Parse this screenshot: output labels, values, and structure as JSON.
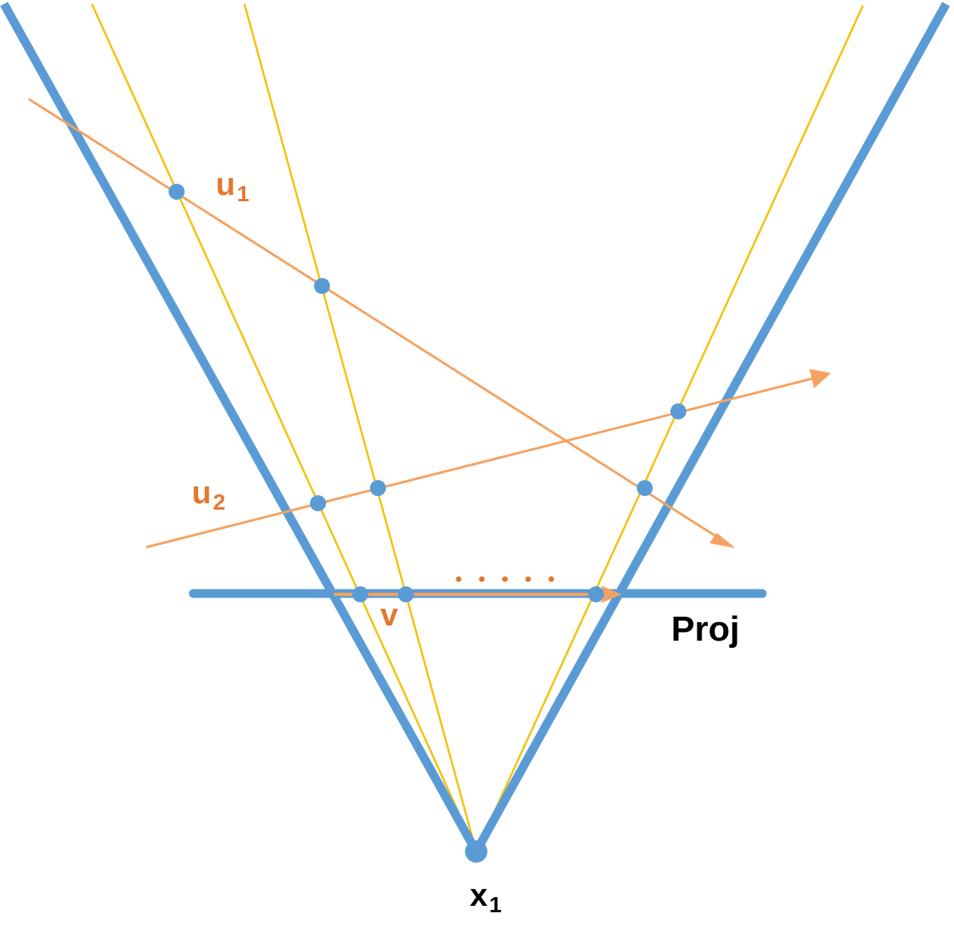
{
  "colors": {
    "cone": "#5B9BD5",
    "ray": "#F2C200",
    "vector": "#F4A261",
    "label_orange": "#E2782F",
    "label_black": "#000000"
  },
  "labels": {
    "u1_base": "u",
    "u1_sub": "1",
    "u2_base": "u",
    "u2_sub": "2",
    "v": "v",
    "proj": "Proj",
    "x1_base": "x",
    "x1_sub": "1",
    "ellipsis": "....."
  }
}
